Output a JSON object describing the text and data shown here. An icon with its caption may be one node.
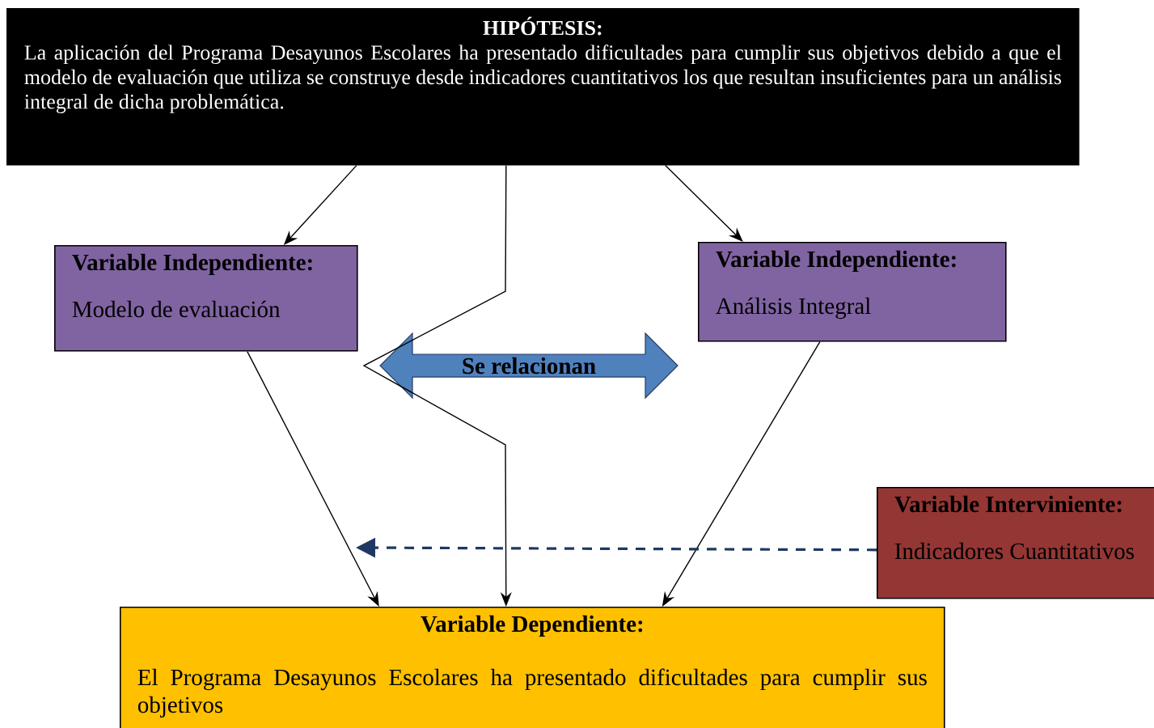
{
  "diagram": {
    "nodes": [
      {
        "text": [
          "HIPÓTESIS:",
          "La aplicación del Programa Desayunos Escolares ha presentado dificultades para cumplir sus objetivos debido a que el modelo de evaluación que utiliza se construye desde indicadores cuantitativos los que resultan insuficientes para un análisis integral de dicha problemática."
        ]
      },
      {
        "text": [
          "Variable Independiente:",
          "Modelo de evaluación"
        ]
      },
      {
        "text": [
          "Variable Independiente:",
          "Análisis Integral"
        ]
      },
      {
        "text": [
          "Se relacionan"
        ]
      },
      {
        "text": [
          "Variable Interviniente:",
          "Indicadores Cuantitativos"
        ]
      },
      {
        "text": [
          "Variable Dependiente:",
          "El Programa Desayunos Escolares ha presentado dificultades para cumplir sus objetivos"
        ]
      }
    ],
    "edges": [
      {
        "from": 0,
        "to": 1,
        "arrow": "to"
      },
      {
        "from": 0,
        "to": 5,
        "arrow": "to"
      },
      {
        "from": 0,
        "to": 2,
        "arrow": "to"
      },
      {
        "from": 1,
        "to": 5,
        "arrow": "to"
      },
      {
        "from": 2,
        "to": 5,
        "arrow": "to"
      },
      {
        "from": 4,
        "to": null,
        "arrow": "to",
        "style": "dashed",
        "color": "#1f3864"
      }
    ]
  }
}
